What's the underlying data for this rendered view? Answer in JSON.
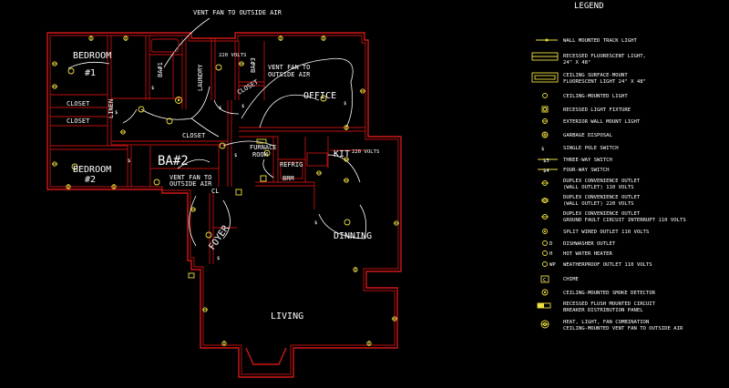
{
  "legend": {
    "title": "LEGEND",
    "items": [
      {
        "text": "WALL MOUNTED TRACK LIGHT",
        "icon": "track-light-icon"
      },
      {
        "text": "RECESSED FLUORESCENT LIGHT,",
        "text2": "24\" X 48\"",
        "icon": "recessed-fluorescent-icon"
      },
      {
        "text": "CEILING SURFACE-MOUNT",
        "text2": "FLUORESCENT LIGHT 24\" X 48\"",
        "icon": "surface-fluorescent-icon"
      },
      {
        "text": "CEILING-MOUNTED LIGHT",
        "icon": "ceiling-light-icon"
      },
      {
        "text": "RECESSED LIGHT FIXTURE",
        "icon": "recessed-fixture-icon"
      },
      {
        "text": "EXTERIOR WALL MOUNT LIGHT",
        "icon": "exterior-light-icon"
      },
      {
        "text": "GARBAGE DISPOSAL",
        "icon": "garbage-disposal-icon"
      },
      {
        "text": "SINGLE POLE SWITCH",
        "icon": "single-pole-switch-icon"
      },
      {
        "text": "THREE-WAY SWITCH",
        "icon": "three-way-switch-icon"
      },
      {
        "text": "FOUR-WAY SWITCH",
        "icon": "four-way-switch-icon"
      },
      {
        "text": "DUPLEX CONVENIENCE OUTLET",
        "text2": "(WALL OUTLET) 110 VOLTS",
        "icon": "duplex-outlet-110-icon"
      },
      {
        "text": "DUPLEX CONVENIENCE OUTLET",
        "text2": "(WALL OUTLET) 220 VOLTS",
        "icon": "duplex-outlet-220-icon"
      },
      {
        "text": "DUPLEX CONVENIENCE OUTLET",
        "text2": "GROUND FAULT CIRCUIT INTERRUPT 110 VOLTS",
        "icon": "gfci-outlet-icon"
      },
      {
        "text": "SPLIT WIRED OUTLET 110 VOLTS",
        "icon": "split-outlet-icon"
      },
      {
        "text": "DISHWASHER OUTLET",
        "icon": "dishwasher-outlet-icon"
      },
      {
        "text": "HOT WATER HEATER",
        "icon": "water-heater-icon"
      },
      {
        "text": "WEATHERPROOF OUTLET 110 VOLTS",
        "icon": "weatherproof-outlet-icon"
      },
      {
        "text": "CHIME",
        "icon": "chime-icon"
      },
      {
        "text": "CEILING-MOUNTED SMOKE DETECTOR",
        "icon": "smoke-detector-icon"
      },
      {
        "text": "RECESSED FLUSH MOUNTED CIRCUIT",
        "text2": "BREAKER DISTRIBUTION PANEL",
        "icon": "breaker-panel-icon"
      },
      {
        "text": "HEAT, LIGHT, FAN COMBINATION",
        "text2": "CEILING-MOUNTED VENT FAN TO OUTSIDE AIR",
        "icon": "heat-light-fan-icon"
      }
    ]
  },
  "plan": {
    "rooms": {
      "bedroom1": "BEDROOM",
      "bedroom1_num": "#1",
      "bedroom2": "BEDROOM",
      "bedroom2_num": "#2",
      "closet1": "CLOSET",
      "closet2": "CLOSET",
      "closet3": "CLOSET",
      "linen": "LINEN",
      "ba1": "BA#1",
      "ba2": "BA#2",
      "ba3": "BA#3",
      "laundry": "LAUNDRY",
      "closet_laundry": "CLOSET",
      "office": "OFFICE",
      "furnace": "FURNACE",
      "furnace2": "ROOM",
      "refrig": "REFRIG",
      "kit": "KIT",
      "brm": "BRM",
      "foyer": "FOYER",
      "dinning": "DINNING",
      "living": "LIVING",
      "cl": "CL"
    },
    "notes": {
      "vent_top": "VENT FAN TO OUTSIDE AIR",
      "vent_ba3_1": "VENT FAN TO",
      "vent_ba3_2": "OUTSIDE AIR",
      "vent_ba2_1": "VENT FAN TO",
      "vent_ba2_2": "OUTSIDE AIR",
      "volts_laundry": "220 VOLTS",
      "volts_kit": "220 VOLTS"
    }
  },
  "colors": {
    "background": "#000000",
    "walls": "#d01818",
    "devices": "#f0e040",
    "wiring": "#ffffff"
  }
}
